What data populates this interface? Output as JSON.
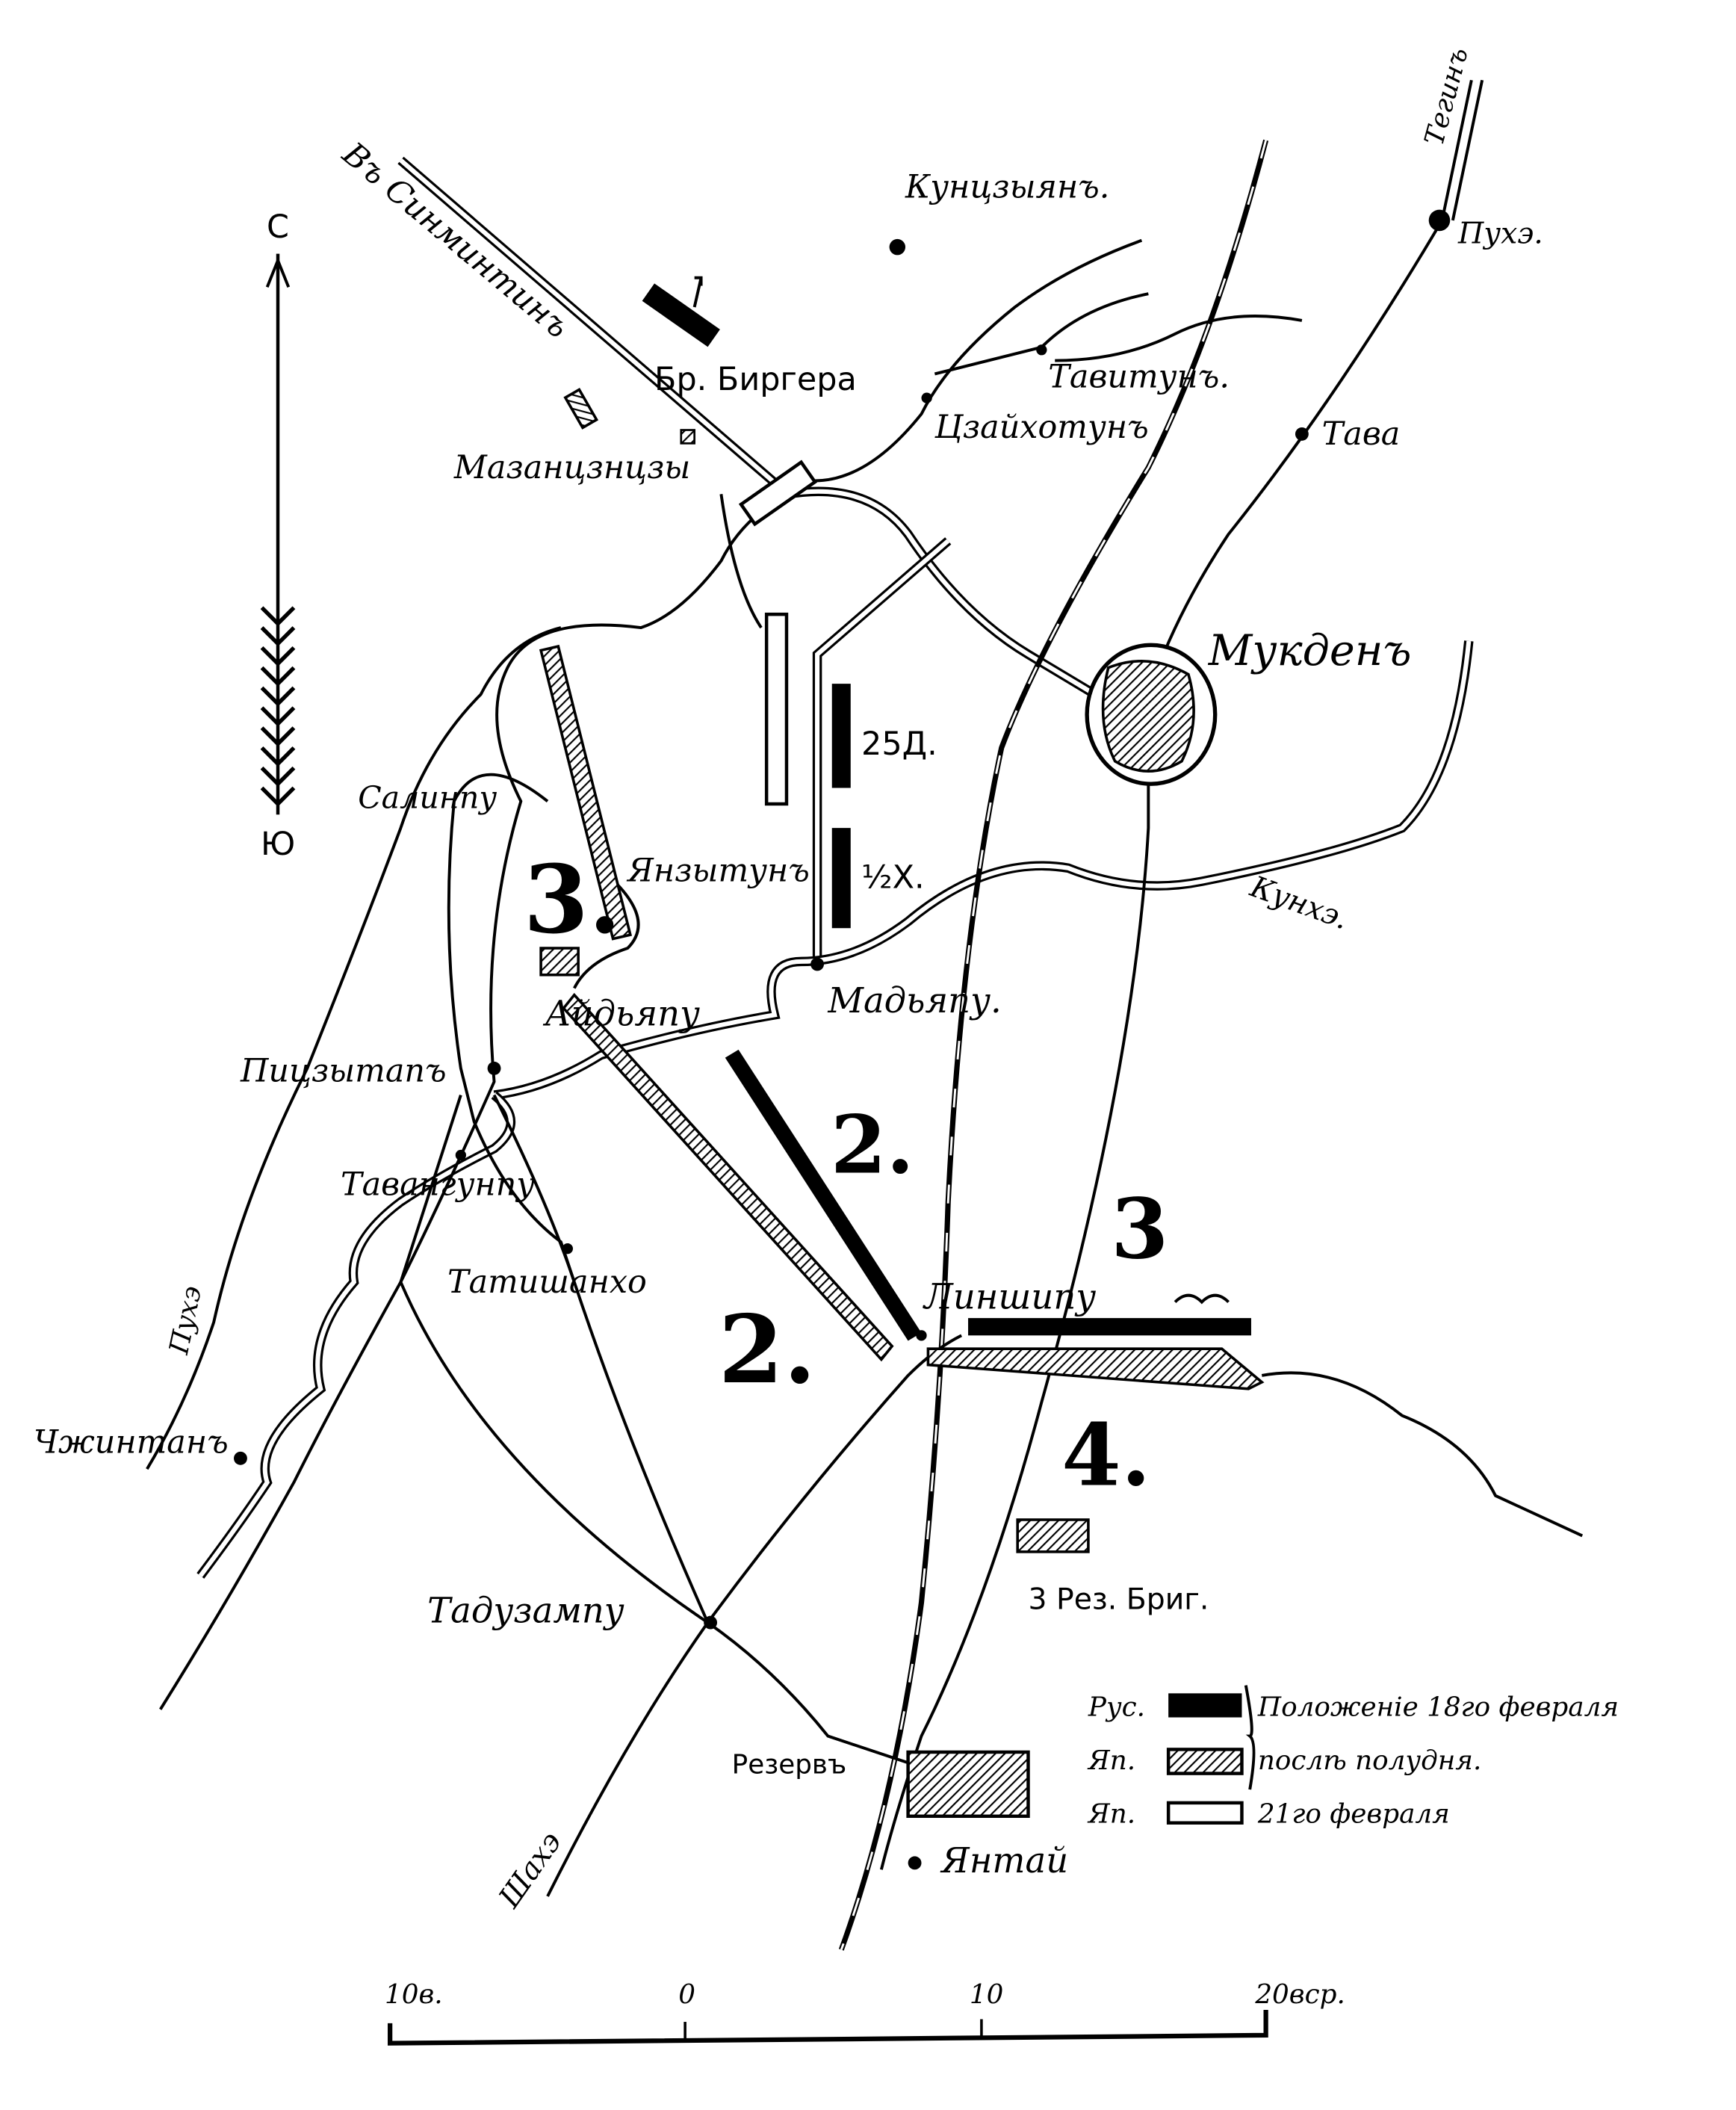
{
  "compass": {
    "north": "С",
    "south": "Ю"
  },
  "places": {
    "to_sinmintin": "Въ Синминтинъ",
    "kunzyyan": "Кунцзыянъ.",
    "birger": "Бр. Биргера",
    "mazanzyuzy": "Мазанцзнцзы",
    "tavitun": "Тавитунъ.",
    "zaihotun": "Цзайхотунъ",
    "tegin": "Тегинъ",
    "pukhe_n": "Пухэ.",
    "tava": "Тава",
    "mukden": "Мукденъ",
    "salinpu": "Салинпу",
    "yanzytun": "Янзытунъ",
    "madyapu": "Мадьяпу.",
    "aidyapu": "Айдьяпу",
    "pizytap": "Пицзытапъ",
    "tavangunpu": "Тавангунпу",
    "tatishanho": "Татишанхо",
    "linshipu": "Линшипу",
    "kunhe": "Кунхэ.",
    "pukhe_w": "Пухэ",
    "chzhintan": "Чжинтанъ",
    "taduzampu": "Тадузампу",
    "reserve": "Резервъ",
    "yantai": "Янтай",
    "shahe": "Шахэ",
    "res_brig": "3 Рез. Бриг."
  },
  "units": {
    "div25": "25Д.",
    "half_x": "½X.",
    "army3_jp": "3.",
    "army2_jp": "2.",
    "army2_ru": "2.",
    "army3_ru": "3",
    "army4": "4."
  },
  "legend": {
    "rows": [
      {
        "side": "Рус.",
        "style": "solid",
        "text": "Положеніе 18го февраля"
      },
      {
        "side": "Яп.",
        "style": "hatched",
        "text": "послѣ полудня."
      },
      {
        "side": "Яп.",
        "style": "open",
        "text": "21го февраля"
      }
    ]
  },
  "scale": {
    "labels": [
      "10в.",
      "0",
      "10",
      "20вср."
    ]
  }
}
